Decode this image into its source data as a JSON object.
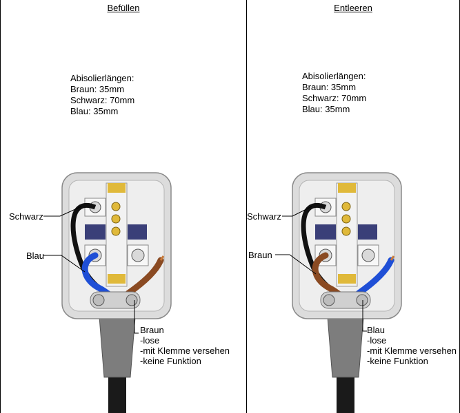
{
  "panels": [
    {
      "title": "Befüllen",
      "strip": {
        "heading": "Abisolierlängen:",
        "lines": [
          "Braun: 35mm",
          "Schwarz: 70mm",
          "Blau: 35mm"
        ]
      },
      "labels": {
        "upper": "Schwarz",
        "middle": "Blau",
        "loose": {
          "name": "Braun",
          "notes": [
            "-lose",
            "-mit Klemme versehen",
            "-keine Funktion"
          ]
        }
      },
      "wire_colors": {
        "upper": "#111111",
        "middle": "#1f4fd6",
        "loose": "#8a4a22"
      }
    },
    {
      "title": "Entleeren",
      "strip": {
        "heading": "Abisolierlängen:",
        "lines": [
          "Braun: 35mm",
          "Schwarz: 70mm",
          "Blau: 35mm"
        ]
      },
      "labels": {
        "upper": "Schwarz",
        "middle": "Braun",
        "loose": {
          "name": "Blau",
          "notes": [
            "-lose",
            "-mit Klemme versehen",
            "-keine Funktion"
          ]
        }
      },
      "wire_colors": {
        "upper": "#111111",
        "middle": "#8a4a22",
        "loose": "#1f4fd6"
      }
    }
  ]
}
